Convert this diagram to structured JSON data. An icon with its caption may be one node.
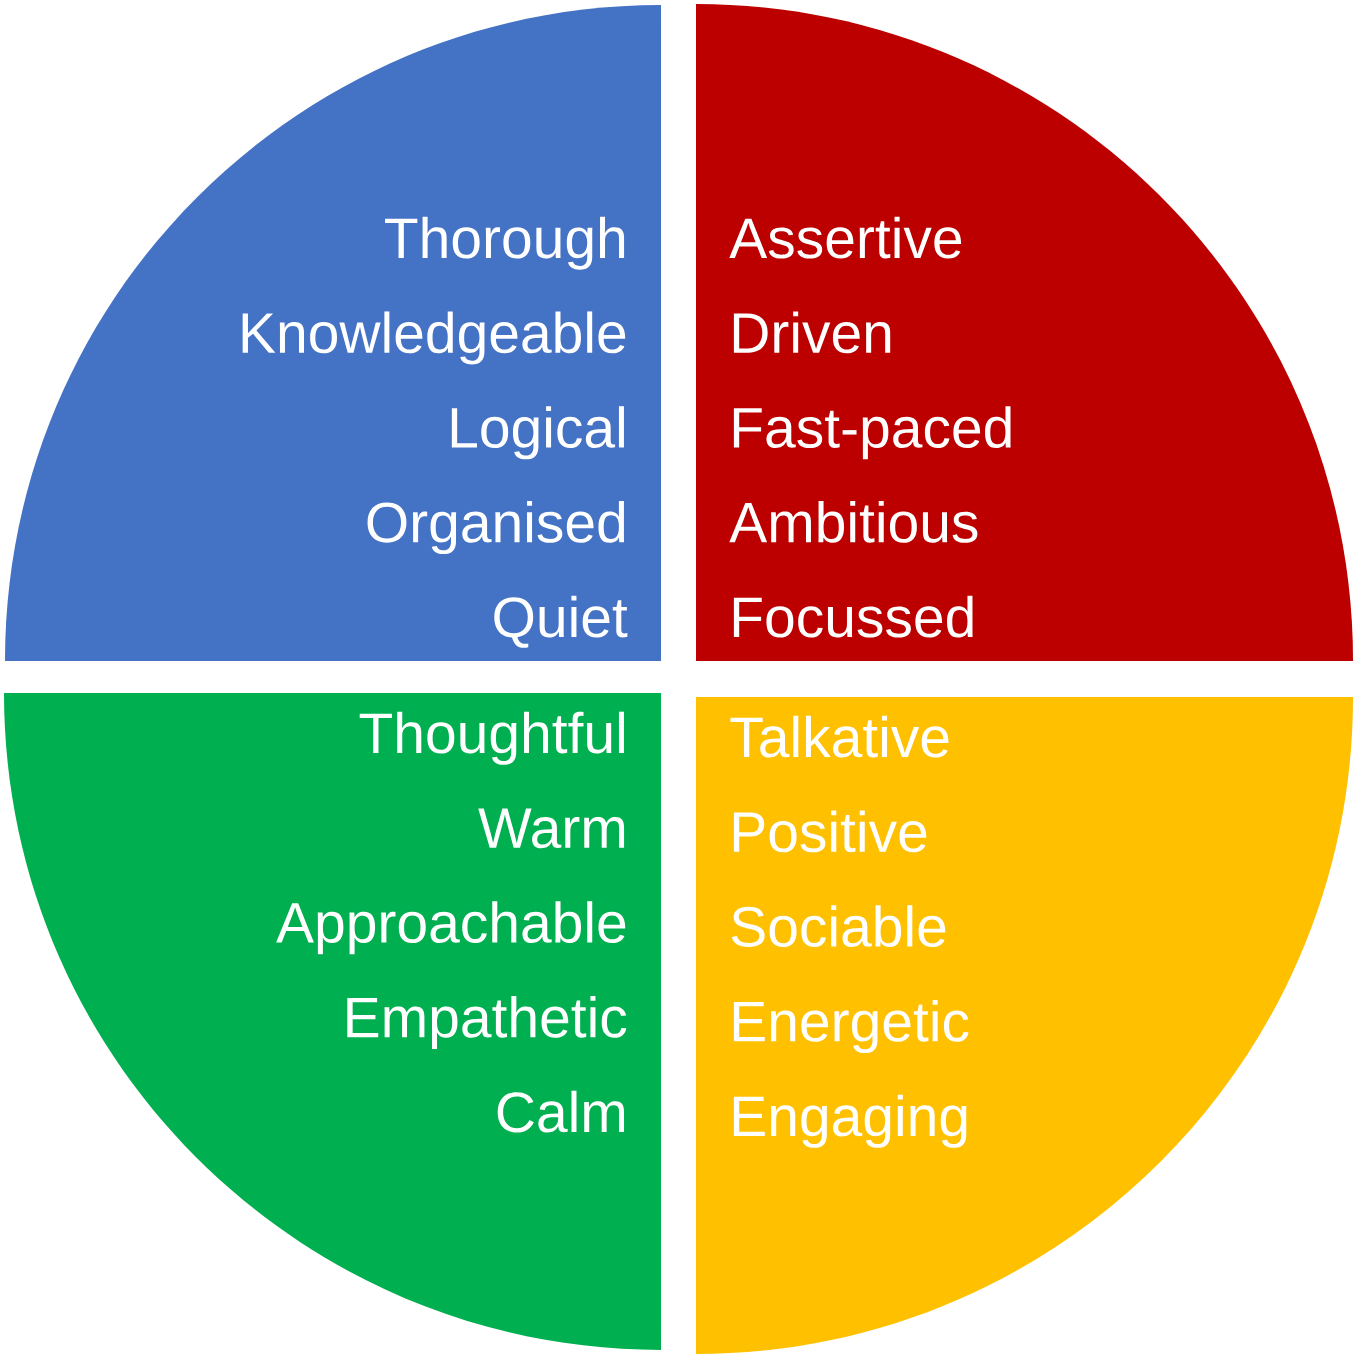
{
  "diagram": {
    "nodes": [
      {
        "text": [
          "Thorough",
          "Knowledgeable",
          "Logical",
          "Organised",
          "Quiet"
        ]
      },
      {
        "text": [
          "Assertive",
          "Driven",
          "Fast-paced",
          "Ambitious",
          "Focussed"
        ]
      },
      {
        "text": [
          "Thoughtful",
          "Warm",
          "Approachable",
          "Empathetic",
          "Calm"
        ]
      },
      {
        "text": [
          "Talkative",
          "Positive",
          "Sociable",
          "Energetic",
          "Engaging"
        ]
      }
    ]
  }
}
